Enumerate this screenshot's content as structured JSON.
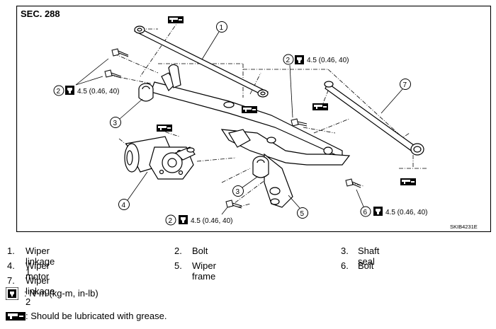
{
  "diagram": {
    "section": "SEC. 288",
    "image_code": "SKIB4231E",
    "torque_value": "4.5 (0.46, 40)",
    "callouts": [
      "1",
      "2",
      "3",
      "4",
      "5",
      "6",
      "7"
    ]
  },
  "legend": [
    {
      "num": "1.",
      "label": "Wiper linkage 1"
    },
    {
      "num": "2.",
      "label": "Bolt"
    },
    {
      "num": "3.",
      "label": "Shaft seal"
    },
    {
      "num": "4.",
      "label": "Wiper motor"
    },
    {
      "num": "5.",
      "label": "Wiper frame"
    },
    {
      "num": "6.",
      "label": "Bolt"
    },
    {
      "num": "7.",
      "label": "Wiper linkage 2"
    }
  ],
  "symbols": {
    "torque_note": ": N·m (kg-m, in-lb)",
    "grease_note": ": Should be lubricated with grease."
  }
}
